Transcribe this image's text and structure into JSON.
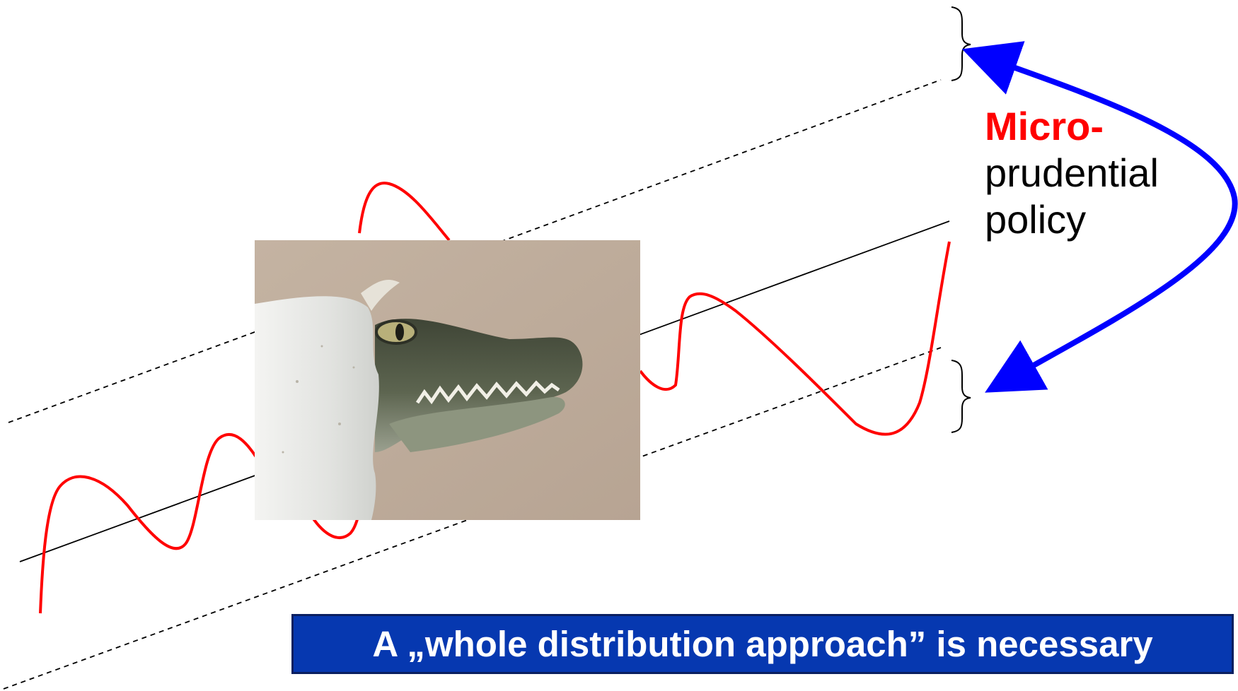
{
  "label": {
    "accent_text": "Micro-",
    "line2": "prudential",
    "line3": "policy"
  },
  "banner": {
    "text": "A „whole distribution approach” is necessary"
  },
  "colors": {
    "wave": "#ff0000",
    "accent_text": "#ff0000",
    "arrow": "#0000ff",
    "banner_bg": "#0638b0",
    "banner_border": "#0a1f60",
    "trend_line": "#000000"
  },
  "icons": {
    "photo": "hatching-crocodile-photo",
    "arrow": "double-headed-curved-arrow",
    "brackets": "right-curly-brace"
  }
}
